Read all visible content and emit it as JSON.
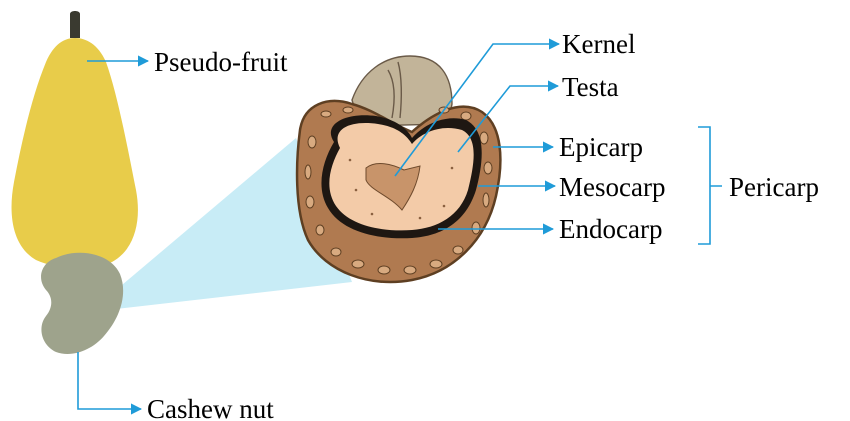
{
  "labels": {
    "pseudo_fruit": "Pseudo-fruit",
    "cashew_nut": "Cashew nut",
    "kernel": "Kernel",
    "testa": "Testa",
    "epicarp": "Epicarp",
    "mesocarp": "Mesocarp",
    "endocarp": "Endocarp",
    "pericarp": "Pericarp"
  },
  "colors": {
    "pointer": "#1f9bd8",
    "pseudo_fruit": "#e8cc4a",
    "cashew_nut": "#9ea38c",
    "pericarp": "#b07a50",
    "kernel": "#f3cba8",
    "zoom_cone": "#c8ecf6"
  }
}
